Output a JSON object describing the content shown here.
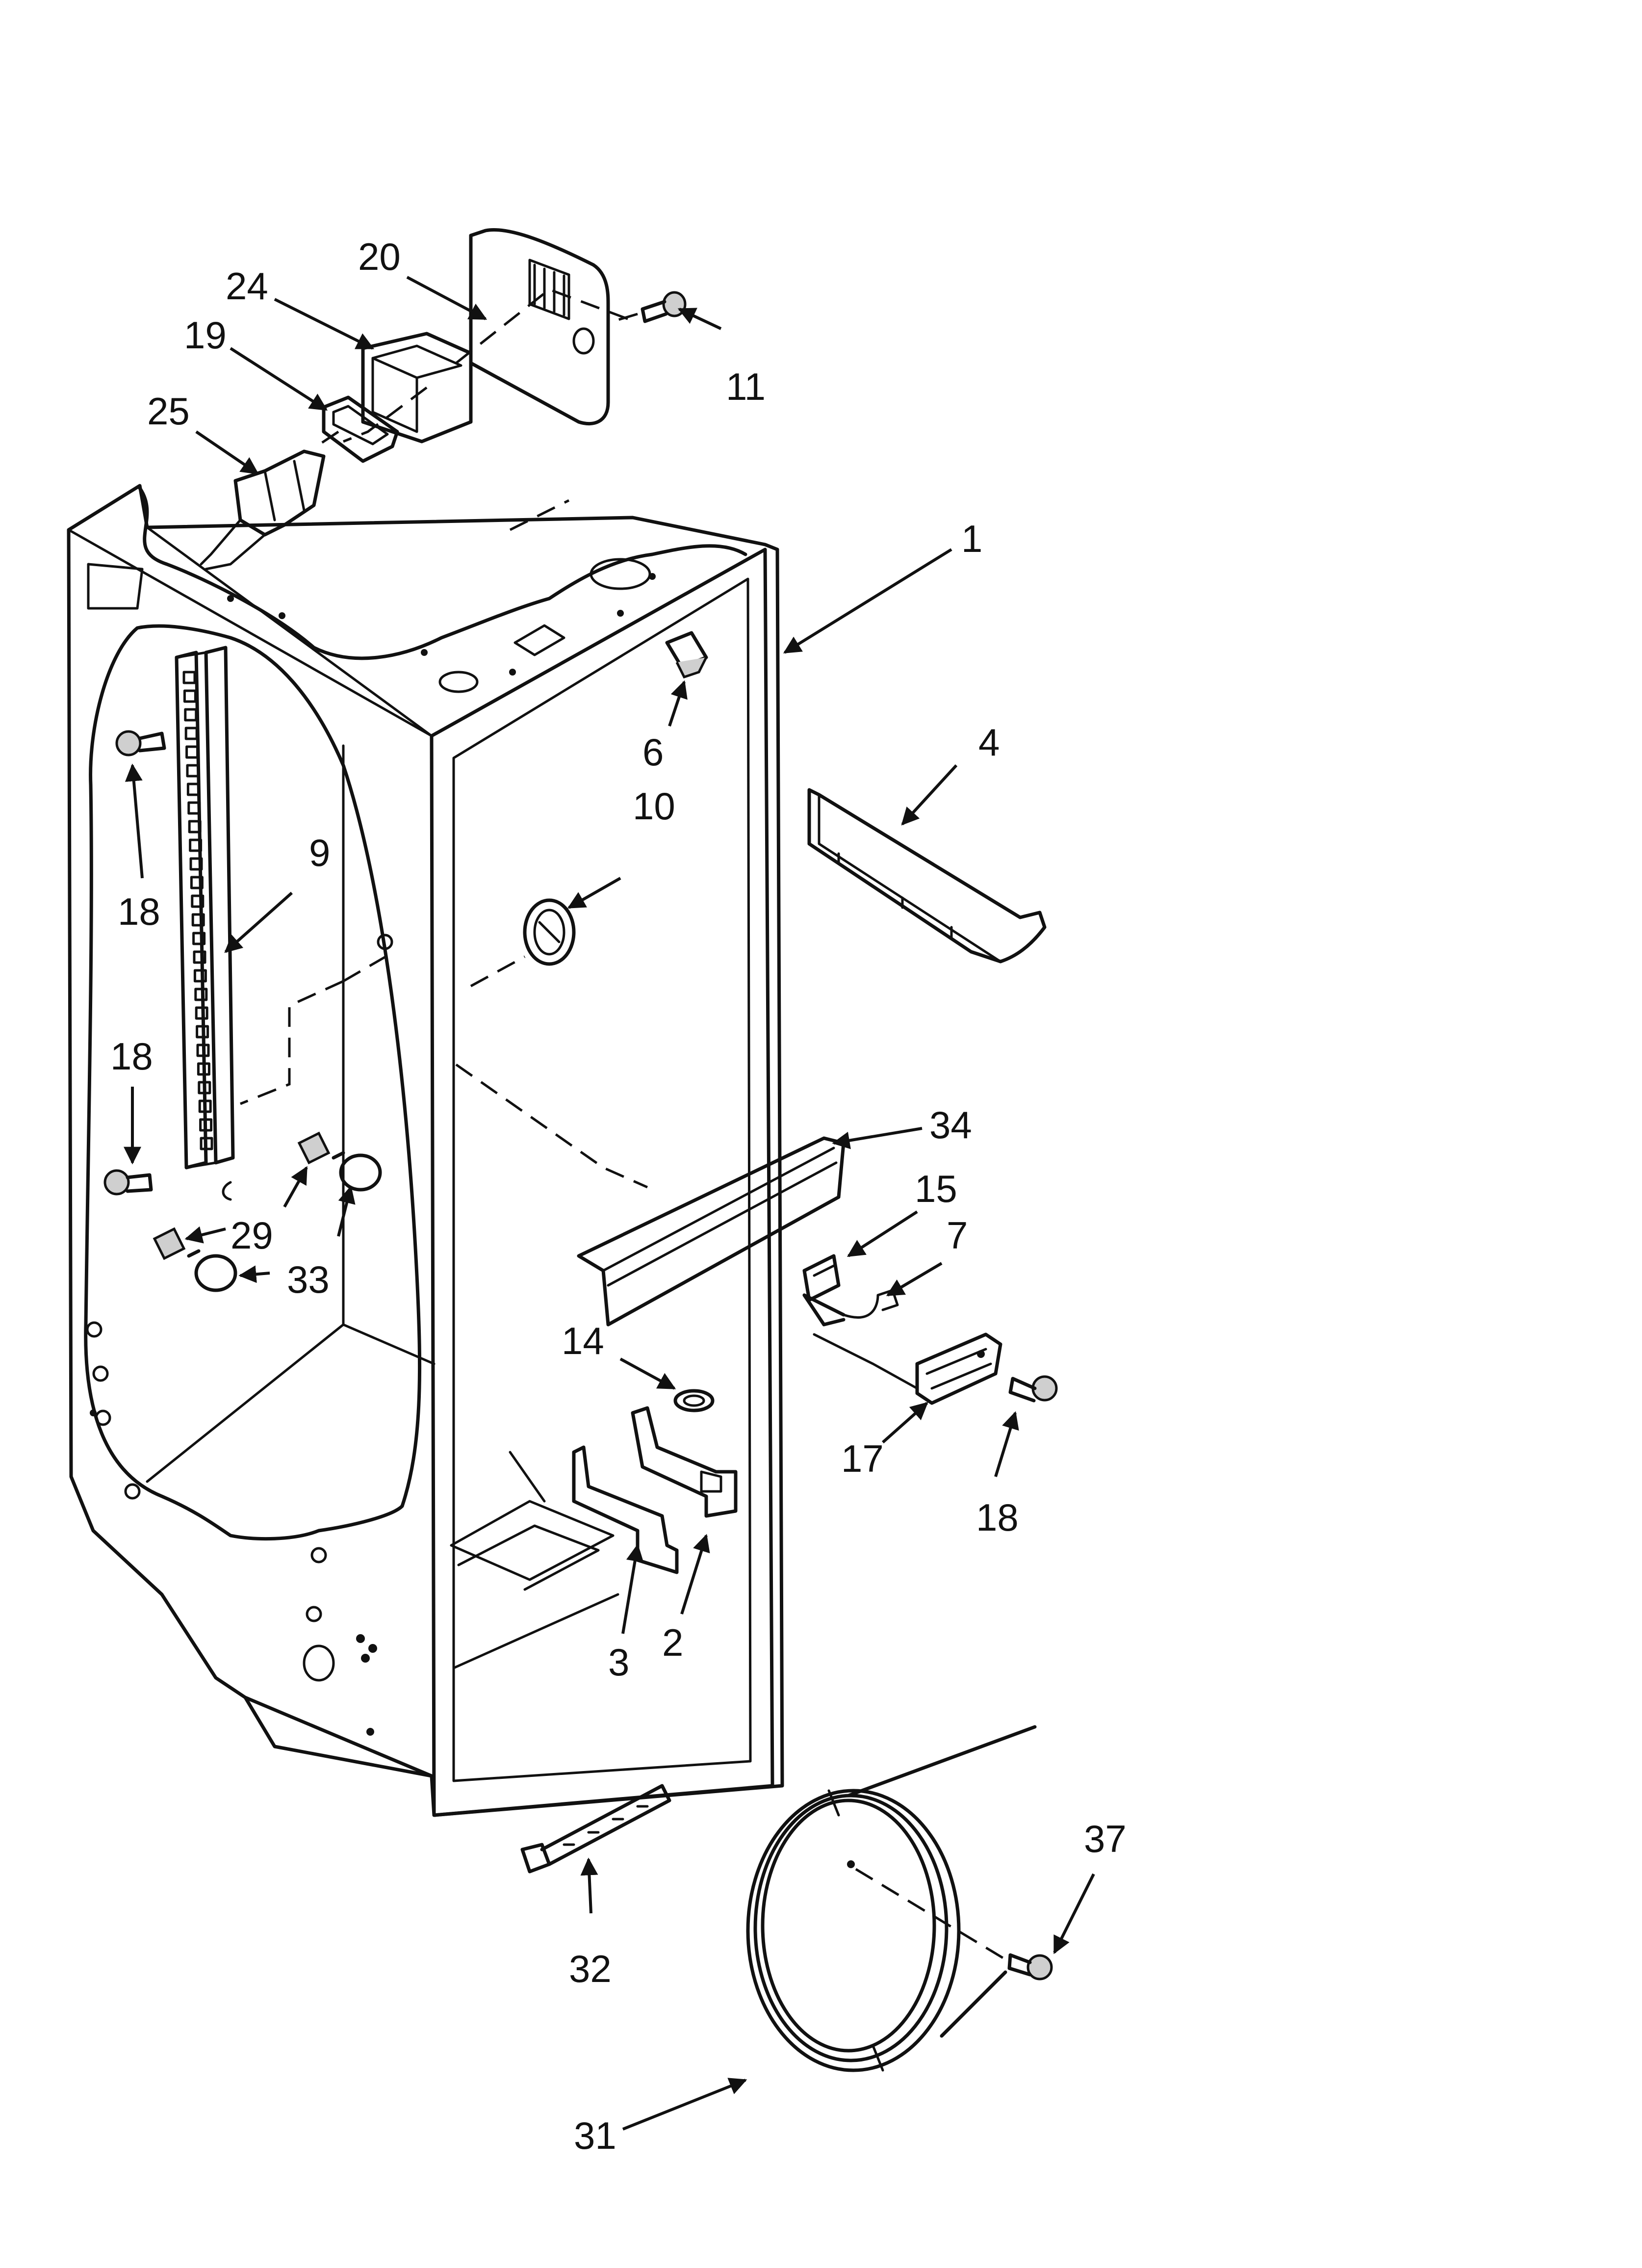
{
  "callouts": {
    "c1": "1",
    "c2": "2",
    "c3": "3",
    "c4": "4",
    "c6": "6",
    "c7": "7",
    "c9": "9",
    "c10": "10",
    "c11": "11",
    "c14": "14",
    "c15": "15",
    "c17": "17",
    "c18a": "18",
    "c18b": "18",
    "c18c": "18",
    "c19": "19",
    "c20": "20",
    "c24": "24",
    "c25": "25",
    "c29": "29",
    "c31": "31",
    "c32": "32",
    "c33": "33",
    "c34": "34",
    "c37": "37"
  }
}
